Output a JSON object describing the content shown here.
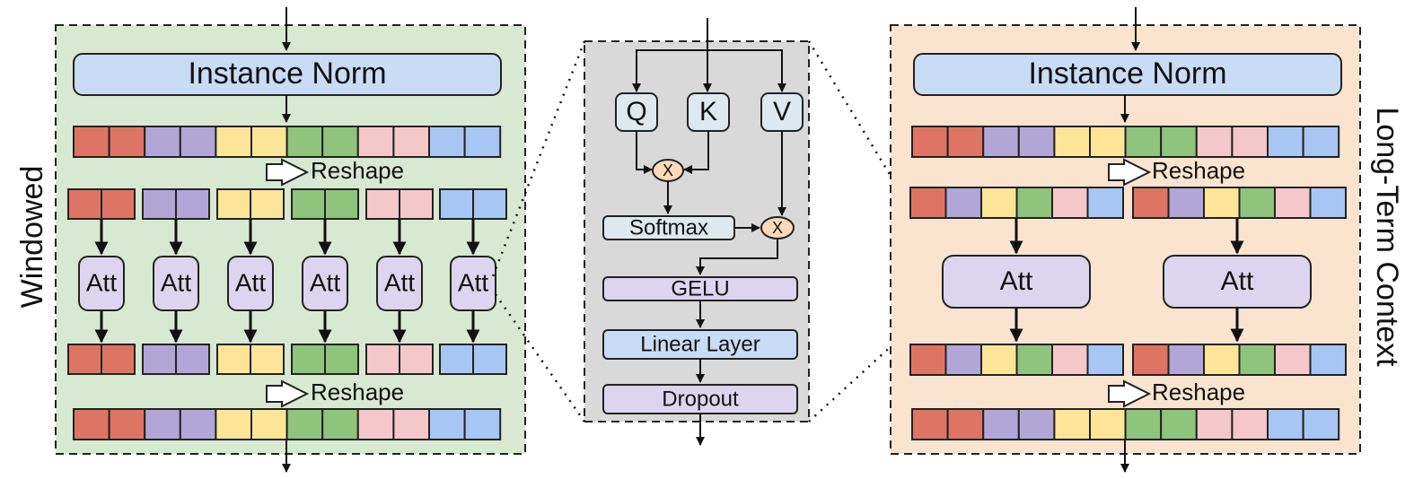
{
  "left_panel": {
    "side_label": "Windowed",
    "norm_label": "Instance Norm",
    "reshape_top": "Reshape",
    "reshape_bottom": "Reshape",
    "att_label": "Att"
  },
  "middle_panel": {
    "q_label": "Q",
    "k_label": "K",
    "v_label": "V",
    "mul_symbol": "X",
    "softmax_label": "Softmax",
    "gelu_label": "GELU",
    "linear_label": "Linear Layer",
    "dropout_label": "Dropout"
  },
  "right_panel": {
    "side_label": "Long-Term Context",
    "norm_label": "Instance Norm",
    "reshape_top": "Reshape",
    "reshape_bottom": "Reshape",
    "att_label": "Att"
  },
  "colors": {
    "left_bg": "#d7e9d0",
    "middle_bg": "#d9d9d9",
    "right_bg": "#fbe4cf",
    "norm_fill": "#c9dcf5",
    "att_fill": "#ddd5ef",
    "qkv_fill": "#dde9ee",
    "mul_fill": "#fbd9b9",
    "token_colors": [
      "#de7463",
      "#b2a6d6",
      "#fde598",
      "#8ec47c",
      "#f4c7c9",
      "#a8c6f3"
    ]
  }
}
